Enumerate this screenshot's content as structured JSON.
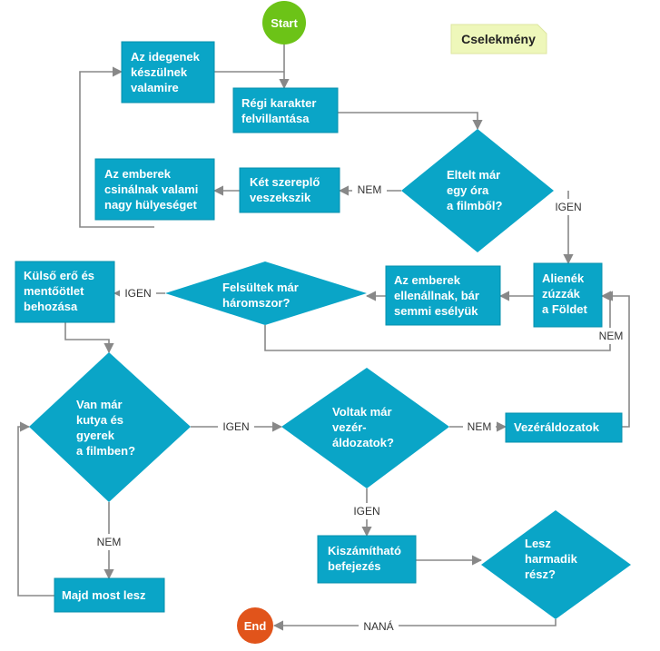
{
  "colors": {
    "process": "#0aa5c7",
    "process_border": "#0790ad",
    "start": "#6cc317",
    "end": "#e1541b",
    "legend_bg": "#eef7ba",
    "line": "#888888",
    "shadow": "#c9c9c9"
  },
  "legend": "Cselekmény",
  "terminals": {
    "start": "Start",
    "end": "End"
  },
  "nodes": {
    "strangers": [
      "Az idegenek",
      "készülnek",
      "valamire"
    ],
    "old_character": [
      "Régi karakter",
      "felvillantása"
    ],
    "hour_passed": [
      "Eltelt már",
      "egy óra",
      "a filmből?"
    ],
    "two_fight": [
      "Két szereplő",
      "veszekszik"
    ],
    "stupid": [
      "Az emberek",
      "csinálnak valami",
      "nagy hülyeséget"
    ],
    "aliens_crush": [
      "Alienék",
      "zúzzák",
      "a Földet"
    ],
    "resist": [
      "Az emberek",
      "ellenállnak, bár",
      "semmi esélyük"
    ],
    "blown_three": [
      "Felsültek már",
      "háromszor?"
    ],
    "outside_force": [
      "Külső erő és",
      "mentőötlet",
      "behozása"
    ],
    "dog_kid": [
      "Van már",
      "kutya és",
      "gyerek",
      "a filmben?"
    ],
    "leader_victims": [
      "Voltak már",
      "vezér-",
      "áldozatok?"
    ],
    "leader_victims_box": [
      "Vezéráldozatok"
    ],
    "later": [
      "Majd most lesz"
    ],
    "predictable": [
      "Kiszámítható",
      "befejezés"
    ],
    "part3": [
      "Lesz",
      "harmadik",
      "rész?"
    ]
  },
  "edge_labels": {
    "hour_no": "NEM",
    "hour_yes": "IGEN",
    "blown_yes": "IGEN",
    "blown_no": "NEM",
    "dog_yes": "IGEN",
    "dog_no": "NEM",
    "leader_no": "NEM",
    "leader_yes": "IGEN",
    "part3_yes": "NANÁ"
  }
}
